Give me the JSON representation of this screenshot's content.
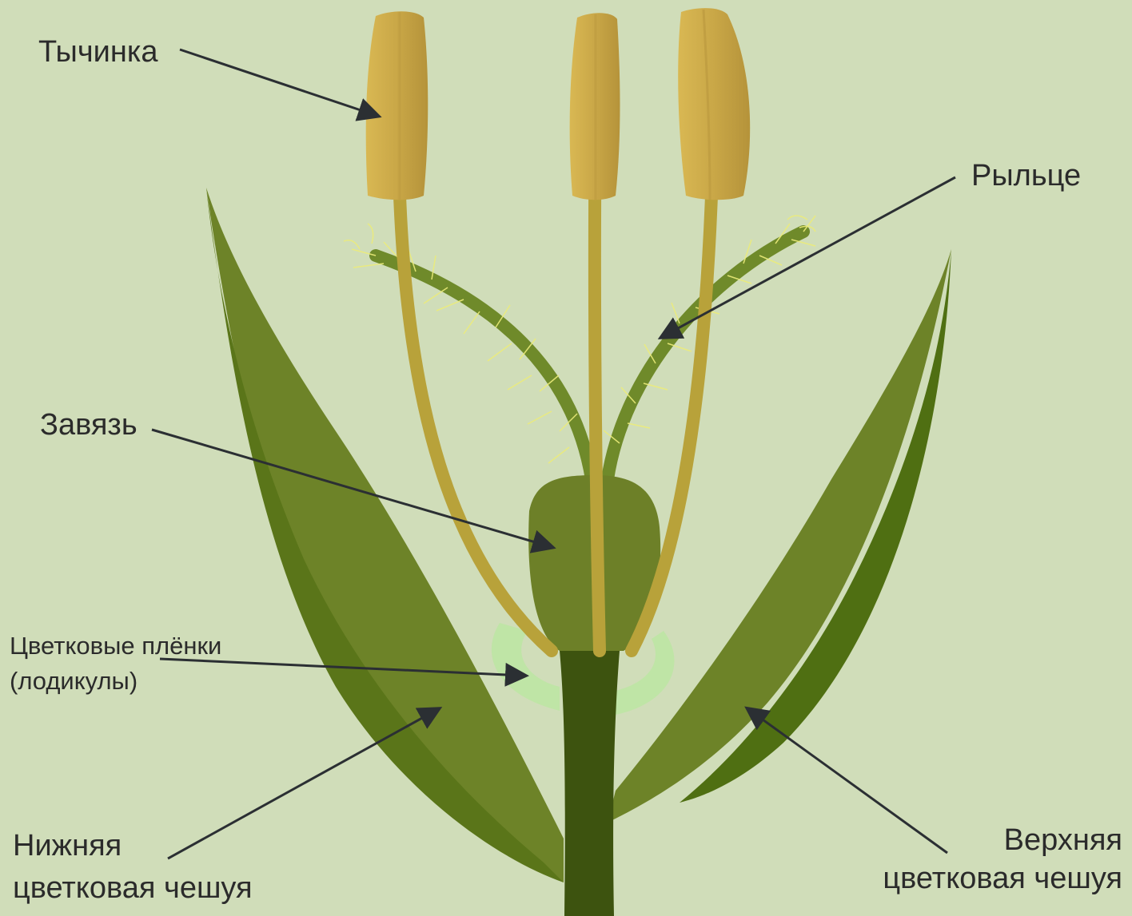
{
  "colors": {
    "background": "#d0ddb9",
    "stem": "#3d530f",
    "scale_light": "#6d8328",
    "scale_dark": "#4f6f12",
    "ovary": "#6d8028",
    "filament": "#b8a23a",
    "anther": "#cfae4c",
    "stigma_branch": "#6f8a2a",
    "stigma_hairs": "#ecec7a",
    "lodicule": "#b9e7a0",
    "arrow": "#2b2f33"
  },
  "labels": {
    "stamen": "Тычинка",
    "stigma": "Рыльце",
    "ovary": "Завязь",
    "lodicules_line1": "Цветковые плёнки",
    "lodicules_line2": "(лодикулы)",
    "lower_scale_line1": "Нижняя",
    "lower_scale_line2": "цветковая чешуя",
    "upper_scale_line1": "Верхняя",
    "upper_scale_line2": "цветковая чешуя"
  }
}
